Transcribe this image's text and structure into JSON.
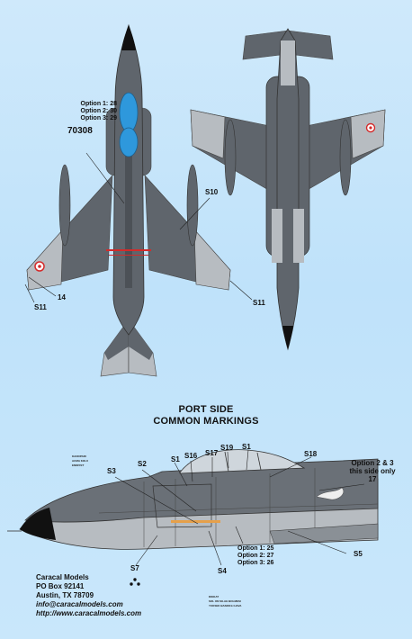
{
  "colors": {
    "background": "#c9e7fb",
    "upper_gray": "#5f656c",
    "light_gray": "#b7bcc1",
    "canopy_blue": "#2e98dc",
    "roundel_red": "#d42a2a",
    "dark_line": "#222222"
  },
  "top_view": {
    "option_lines": [
      "Option 1: 28",
      "Option 2: 30",
      "Option 3: 29"
    ],
    "serial": "70308",
    "labels": {
      "s10": "S10",
      "s11_left": "S11",
      "n14": "14",
      "s11_right": "S11"
    }
  },
  "side_view": {
    "heading": [
      "PORT SIDE",
      "COMMON MARKINGS"
    ],
    "note": [
      "Option 2 & 3",
      "this side only",
      "17"
    ],
    "labels": {
      "s3": "S3",
      "s2": "S2",
      "s1_a": "S1",
      "s16": "S16",
      "s17": "S17",
      "s19": "S19",
      "s1_b": "S1",
      "s18": "S18",
      "s5": "S5",
      "s4": "S4",
      "s7": "S7"
    },
    "option_lines": [
      "Option 1: 25",
      "Option 2: 27",
      "Option 3: 26"
    ]
  },
  "footer": {
    "lines": [
      "Caracal Models",
      "PO Box 92141",
      "Austin, TX 78709"
    ],
    "email": "info@caracalmodels.com",
    "url": "http://www.caracalmodels.com"
  }
}
